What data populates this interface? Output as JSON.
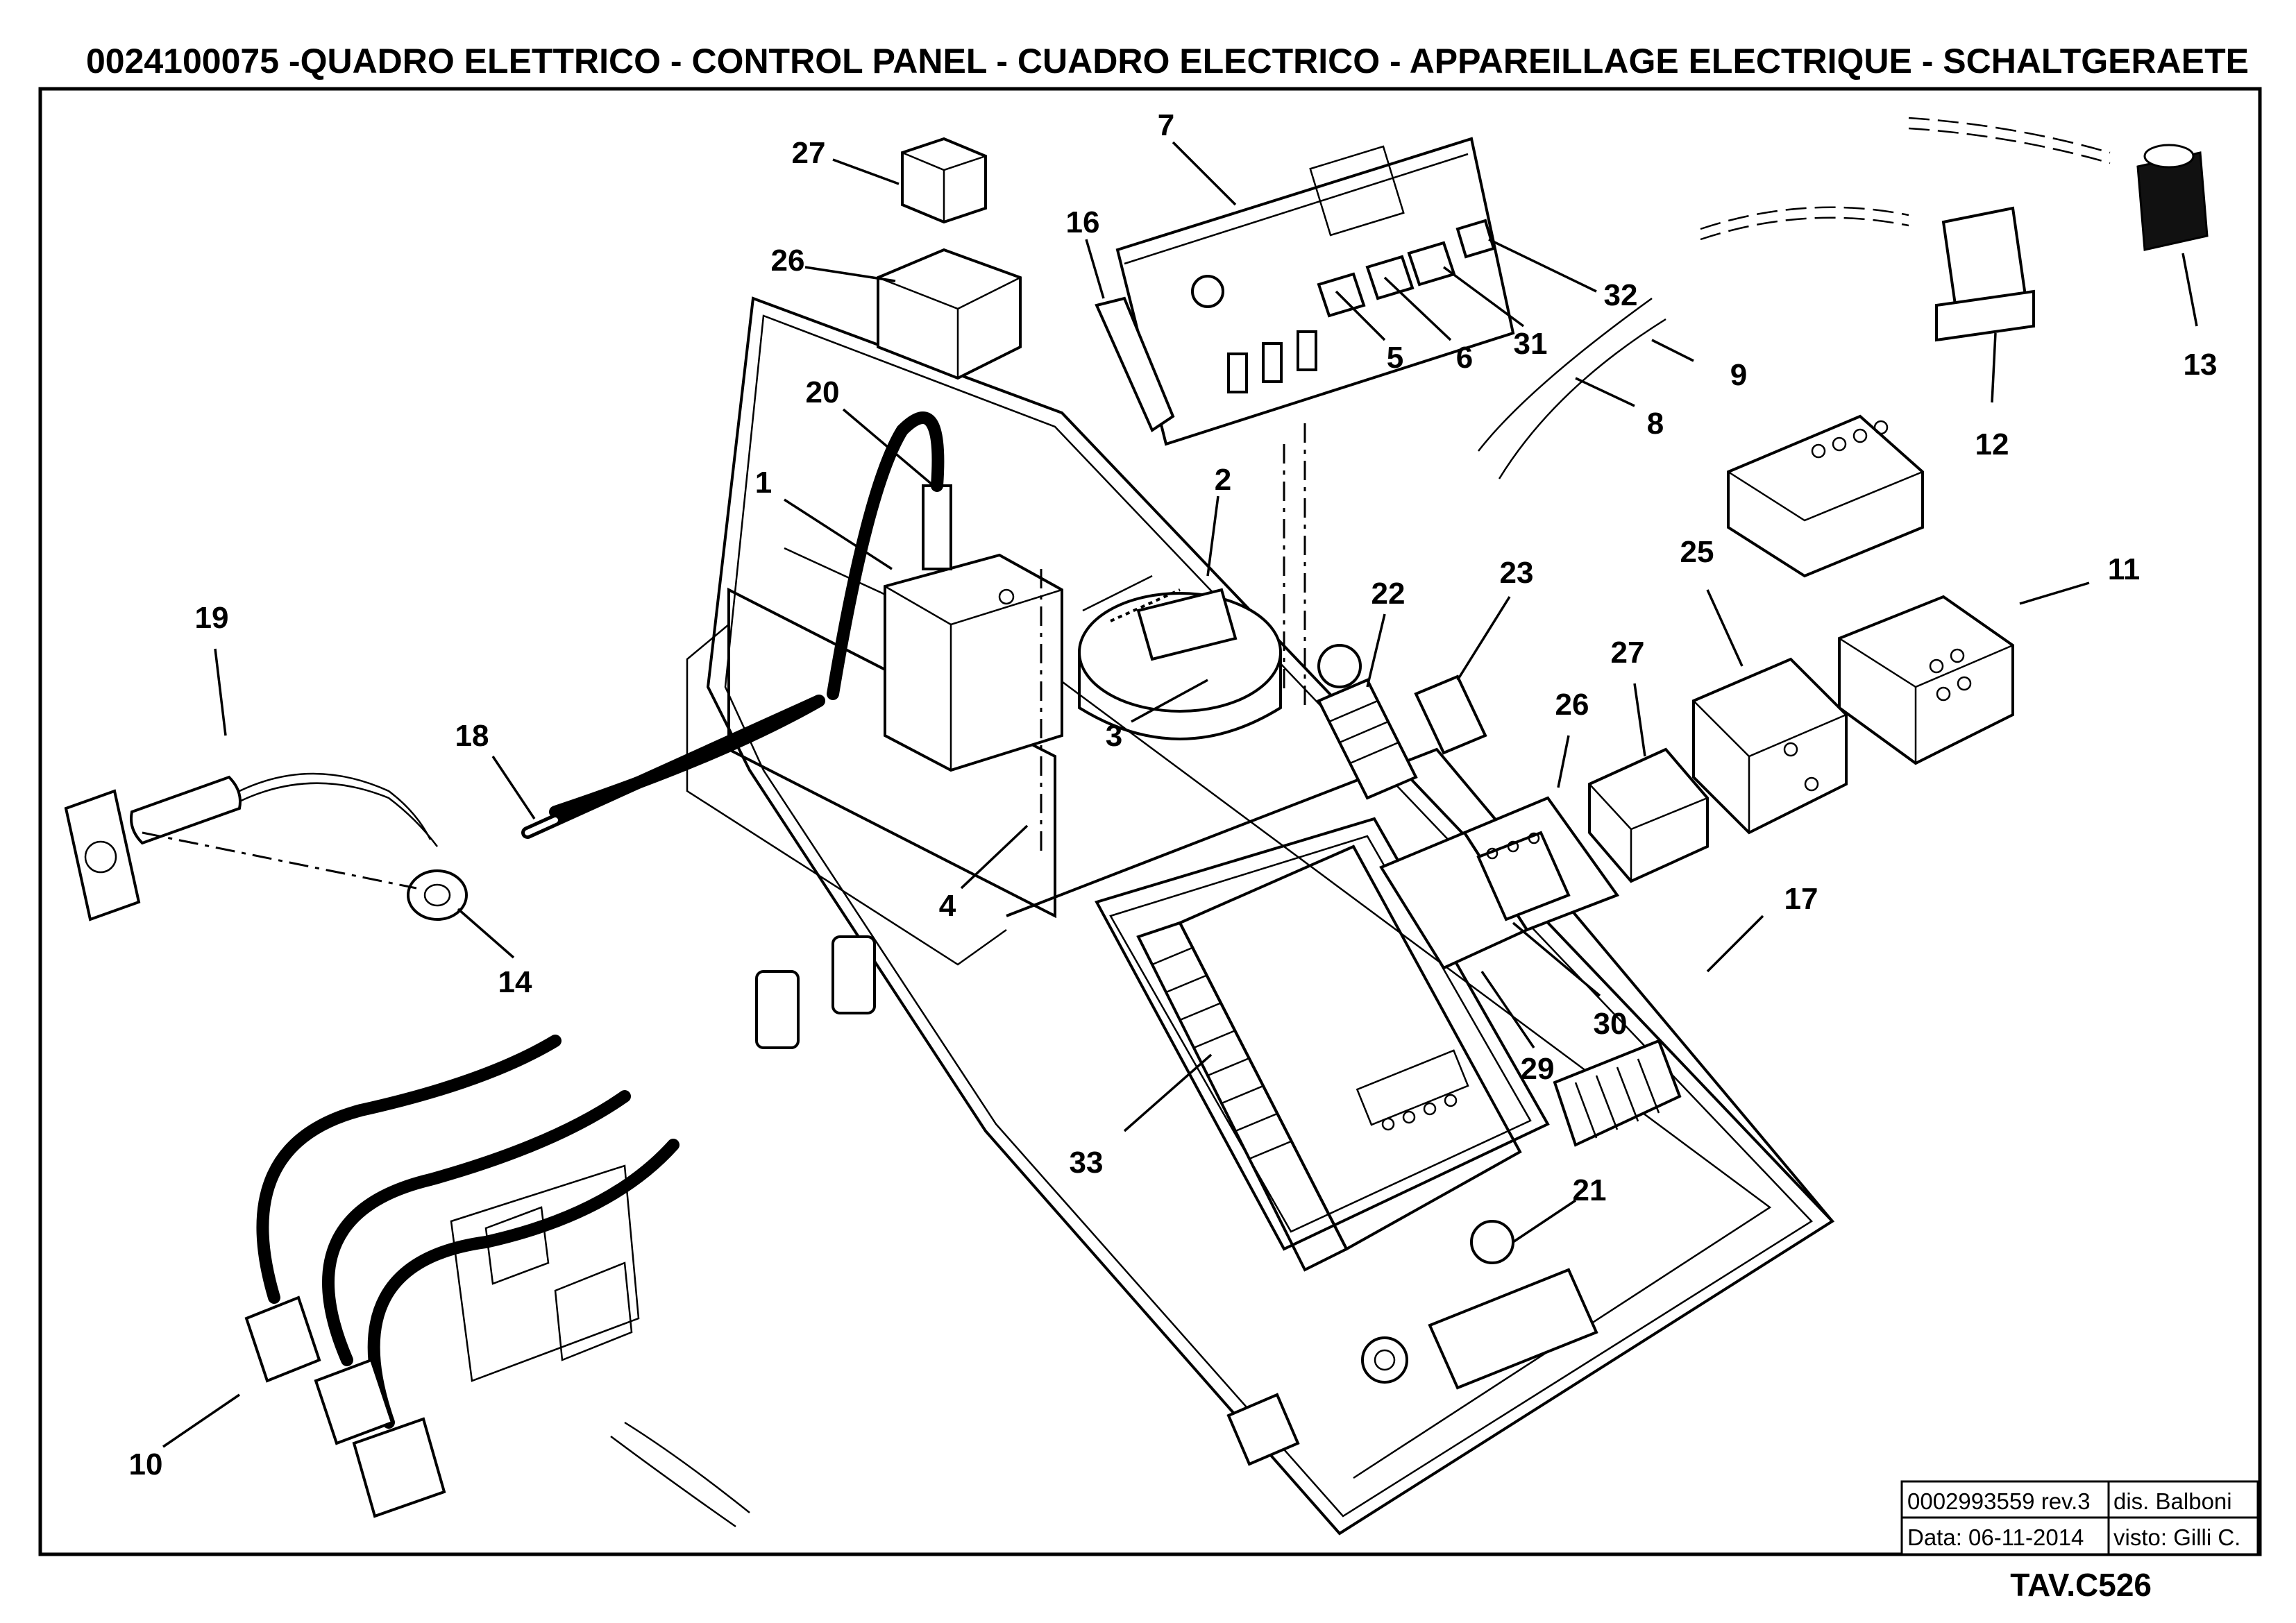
{
  "header": {
    "title": "0024100075 -QUADRO ELETTRICO - CONTROL PANEL - CUADRO ELECTRICO - APPAREILLAGE ELECTRIQUE - SCHALTGERAETE"
  },
  "callouts": [
    {
      "id": "c1",
      "label": "1"
    },
    {
      "id": "c2",
      "label": "2"
    },
    {
      "id": "c3",
      "label": "3"
    },
    {
      "id": "c4",
      "label": "4"
    },
    {
      "id": "c5",
      "label": "5"
    },
    {
      "id": "c6",
      "label": "6"
    },
    {
      "id": "c7",
      "label": "7"
    },
    {
      "id": "c8",
      "label": "8"
    },
    {
      "id": "c9",
      "label": "9"
    },
    {
      "id": "c10",
      "label": "10"
    },
    {
      "id": "c11",
      "label": "11"
    },
    {
      "id": "c12",
      "label": "12"
    },
    {
      "id": "c13",
      "label": "13"
    },
    {
      "id": "c14",
      "label": "14"
    },
    {
      "id": "c16",
      "label": "16"
    },
    {
      "id": "c17",
      "label": "17"
    },
    {
      "id": "c18",
      "label": "18"
    },
    {
      "id": "c19",
      "label": "19"
    },
    {
      "id": "c20",
      "label": "20"
    },
    {
      "id": "c21",
      "label": "21"
    },
    {
      "id": "c22",
      "label": "22"
    },
    {
      "id": "c23",
      "label": "23"
    },
    {
      "id": "c25",
      "label": "25"
    },
    {
      "id": "c26a",
      "label": "26"
    },
    {
      "id": "c26b",
      "label": "26"
    },
    {
      "id": "c27a",
      "label": "27"
    },
    {
      "id": "c27b",
      "label": "27"
    },
    {
      "id": "c29",
      "label": "29"
    },
    {
      "id": "c30",
      "label": "30"
    },
    {
      "id": "c31",
      "label": "31"
    },
    {
      "id": "c32",
      "label": "32"
    },
    {
      "id": "c33",
      "label": "33"
    }
  ],
  "title_block": {
    "doc_number": "0002993559 rev.3",
    "drawn_by": "dis. Balboni",
    "date": "Data: 06-11-2014",
    "checked_by": "visto: Gilli C."
  },
  "table_ref": "TAV.C526"
}
